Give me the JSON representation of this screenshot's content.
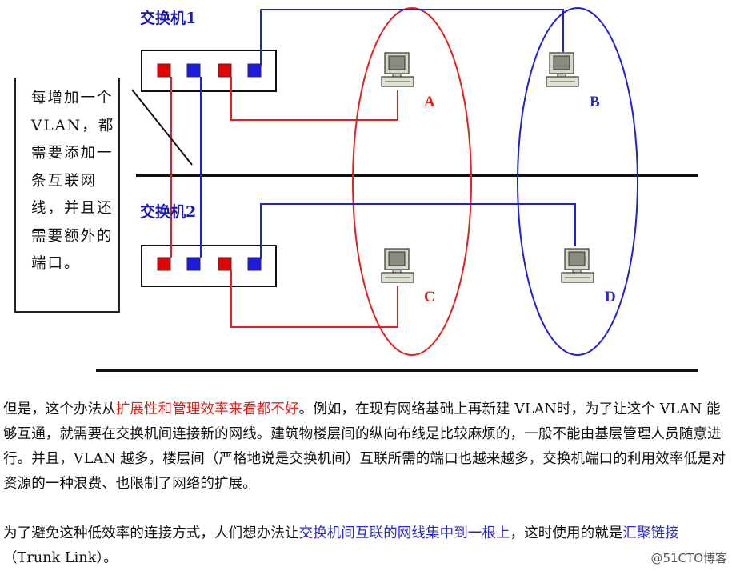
{
  "switches": [
    {
      "title": "交换机1"
    },
    {
      "title": "交换机2"
    }
  ],
  "nodes": [
    {
      "label": "A",
      "color": "#e0201a"
    },
    {
      "label": "B",
      "color": "#2a2ad0"
    },
    {
      "label": "C",
      "color": "#e0201a"
    },
    {
      "label": "D",
      "color": "#2a2ad0"
    }
  ],
  "colors": {
    "vlan_red": "#e62020",
    "vlan_blue": "#2020d8",
    "switch_title": "#1a1ab8"
  },
  "note": {
    "text": "每增加一个VLAN，都需要添加一条互联网线，并且还需要额外的端口。"
  },
  "paragraph1": {
    "part1": "但是，这个办法从",
    "red": "扩展性和管理效率来看都不好",
    "part2": "。例如，在现有网络基础上再新建 VLAN时，为了让这个 VLAN 能够互通，就需要在交换机间连接新的网线。建筑物楼层间的纵向布线是比较麻烦的，一般不能由基层管理人员随意进行。并且，VLAN 越多，楼层间（严格地说是交换机间）互联所需的端口也越来越多，交换机端口的利用效率低是对资源的一种浪费、也限制了网络的扩展。"
  },
  "paragraph2": {
    "part1": "为了避免这种低效率的连接方式，人们想办法让",
    "blue1": "交换机间互联的网线集中到一根上",
    "part2": "，这时使用的就是",
    "blue2": "汇聚链接",
    "part3": "（Trunk Link）。"
  },
  "watermark": "@51CTO博客"
}
